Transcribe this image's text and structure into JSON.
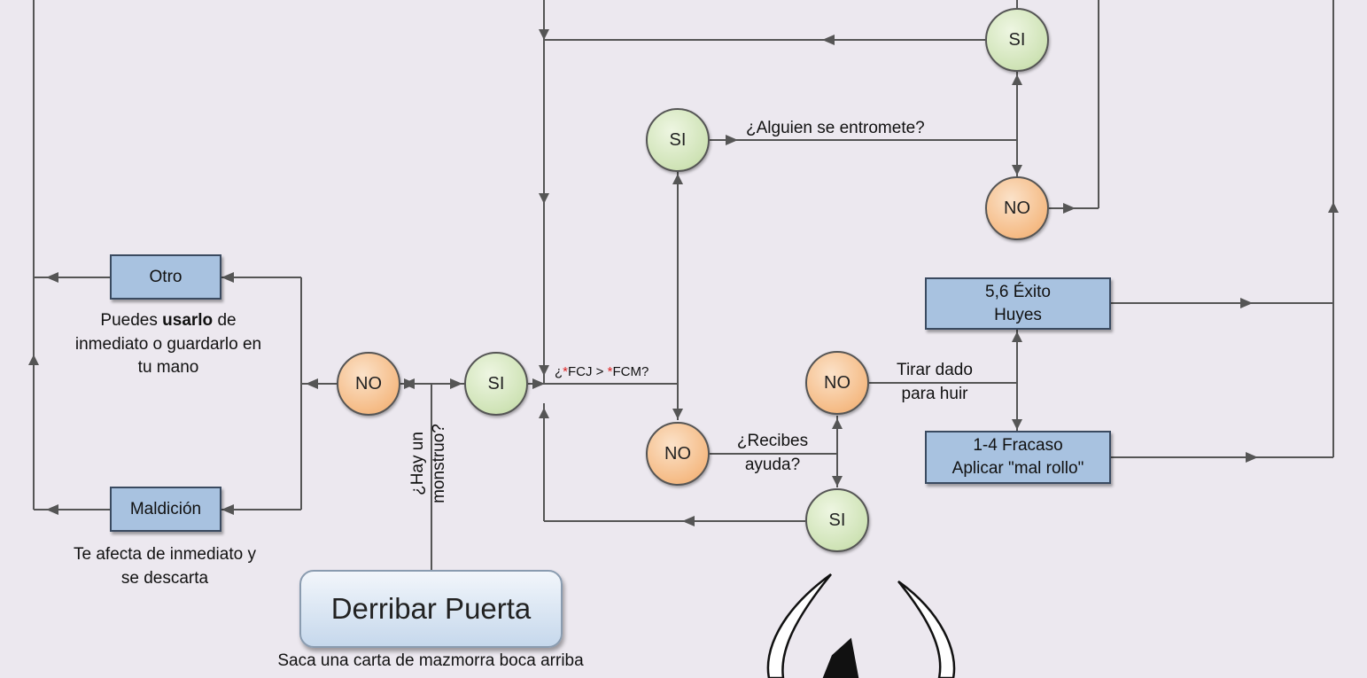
{
  "nodes": {
    "si_top": "SI",
    "si_mid": "SI",
    "no_mid": "NO",
    "no_left": "NO",
    "si_left": "SI",
    "no_center": "NO",
    "no_help": "NO",
    "si_bottom": "SI"
  },
  "boxes": {
    "otro": "Otro",
    "maldicion": "Maldición",
    "exito_line1": "5,6 Éxito",
    "exito_line2": "Huyes",
    "fracaso_line1": "1-4 Fracaso",
    "fracaso_line2": "Aplicar \"mal rollo\"",
    "derribar": "Derribar Puerta"
  },
  "labels": {
    "entromete": "¿Alguien se entromete?",
    "fcj_open": "¿",
    "fcj_star1": "*",
    "fcj_mid": "FCJ > ",
    "fcj_star2": "*",
    "fcj_end": "FCM?",
    "recibes_1": "¿Recibes",
    "recibes_2": "ayuda?",
    "tirar_1": "Tirar dado",
    "tirar_2": "para huir",
    "hay_1": "¿Hay un",
    "hay_2": "monstruo?",
    "otro_desc_pre": "Puedes ",
    "otro_desc_bold": "usarlo",
    "otro_desc_post": " de",
    "otro_desc_2": "inmediato o guardarlo en",
    "otro_desc_3": "tu mano",
    "maldicion_desc_1": "Te afecta de inmediato y",
    "maldicion_desc_2": "se descarta",
    "derribar_desc": "Saca una carta de mazmorra boca arriba"
  },
  "colors": {
    "si_fill": "#cfe3b6",
    "no_fill": "#f5bb85",
    "box_fill": "#a8c2e0",
    "line": "#555555",
    "highlight": "#d22222",
    "background": "#ece8ef"
  }
}
